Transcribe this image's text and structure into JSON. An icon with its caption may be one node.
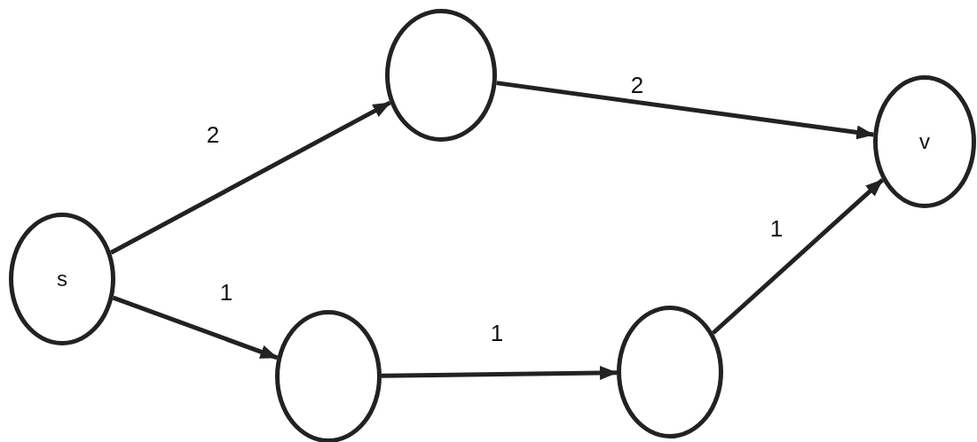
{
  "diagram": {
    "nodes": [
      {
        "text": [],
        "shape": "circle"
      },
      {
        "text": [
          "v"
        ]
      },
      {
        "text": [
          "s"
        ]
      },
      {
        "text": [],
        "shape": "circle"
      },
      {
        "text": [],
        "shape": "circle"
      }
    ],
    "edges": [
      {
        "from": 2,
        "to": 0,
        "arrow": "to",
        "label": "2"
      },
      {
        "from": 0,
        "to": 1,
        "arrow": "to",
        "label": "2"
      },
      {
        "from": 2,
        "to": 3,
        "arrow": "to",
        "label": "1"
      },
      {
        "from": 3,
        "to": 4,
        "arrow": "to",
        "label": "1"
      },
      {
        "from": 4,
        "to": 1,
        "arrow": "to",
        "label": "1"
      }
    ]
  }
}
